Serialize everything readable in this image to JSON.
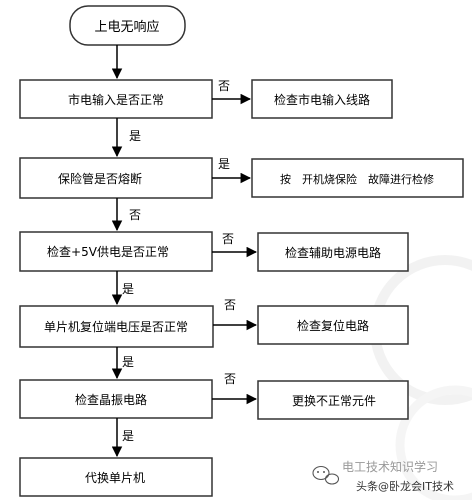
{
  "flowchart": {
    "start": "上电无响应",
    "decisions": [
      {
        "text": "市电输入是否正常",
        "no_label": "否",
        "no_action": "检查市电输入线路",
        "yes_label": "是"
      },
      {
        "text": "保险管是否熔断",
        "yes_label": "是",
        "yes_action": "按　开机烧保险　故障进行检修",
        "no_label": "否"
      },
      {
        "text": "检查+5V供电是否正常",
        "no_label": "否",
        "no_action": "检查辅助电源电路",
        "yes_label": "是"
      },
      {
        "text": "单片机复位端电压是否正常",
        "no_label": "否",
        "no_action": "检查复位电路",
        "yes_label": "是"
      },
      {
        "text": "检查晶振电路",
        "no_label": "否",
        "no_action": "更换不正常元件",
        "yes_label": "是"
      }
    ],
    "end": "代换单片机"
  },
  "watermark": {
    "text1": "电工技术知识学习",
    "text2": "头条@卧龙会IT技术"
  },
  "colors": {
    "line": "#000000",
    "box_border": "#333333",
    "text": "#000000",
    "background": "#ffffff",
    "watermark": "#d9d9d9"
  }
}
